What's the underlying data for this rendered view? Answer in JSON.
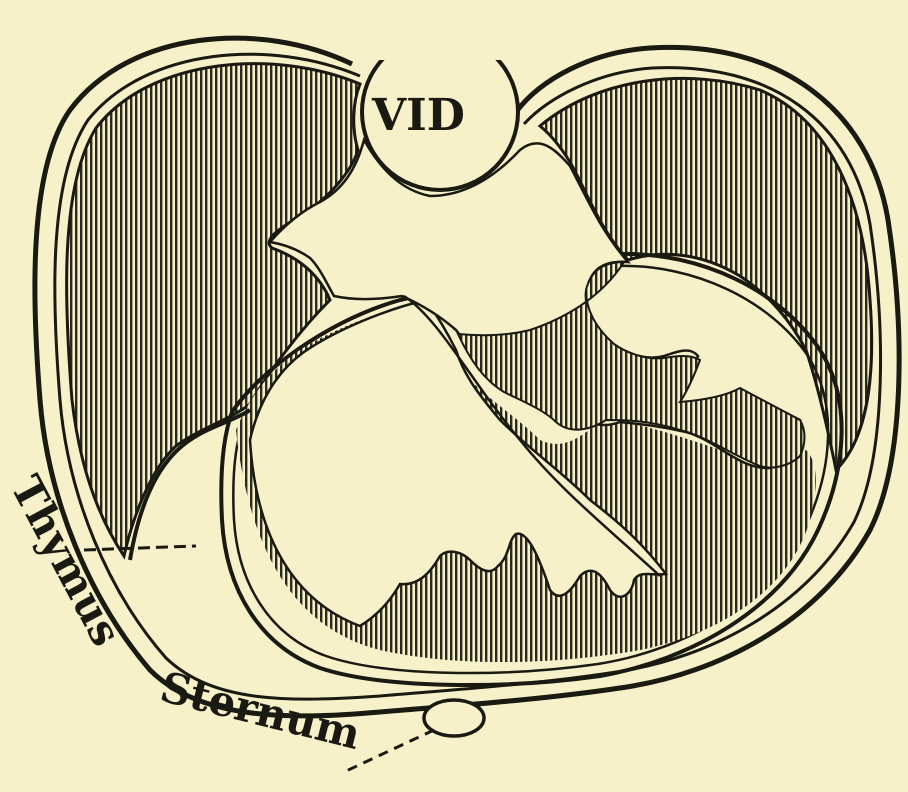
{
  "figure": {
    "vertebra_label": "VID",
    "thymus_label": "Thymus",
    "sternum_label": "Sternum"
  },
  "colors": {
    "paper": "#f6f1c9",
    "ink": "#1a1a12",
    "hatch": "#2a2a20"
  }
}
